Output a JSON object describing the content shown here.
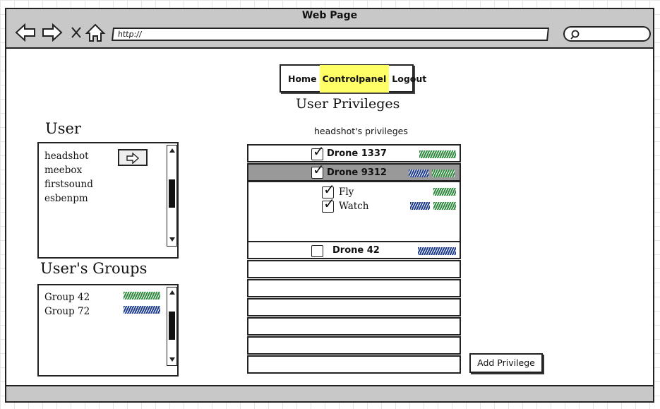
{
  "window": {
    "title": "Web Page",
    "url": "http://"
  },
  "nav": {
    "items": [
      {
        "label": "Home"
      },
      {
        "label": "Controlpanel"
      },
      {
        "label": "Logout"
      }
    ]
  },
  "page": {
    "title": "User Privileges",
    "subtitle": "headshot's privileges"
  },
  "users": {
    "heading": "User",
    "items": [
      {
        "label": "headshot"
      },
      {
        "label": "meebox"
      },
      {
        "label": "firstsound"
      },
      {
        "label": "esbenpm"
      }
    ]
  },
  "groups": {
    "heading": "User's Groups",
    "items": [
      {
        "label": "Group 42",
        "color": "#2e8b3e"
      },
      {
        "label": "Group 72",
        "color": "#1d3b8f"
      }
    ]
  },
  "privileges": {
    "drones": [
      {
        "label": "Drone 1337",
        "checked": true
      },
      {
        "label": "Drone 9312",
        "checked": true,
        "selected": true,
        "sub": [
          {
            "label": "Fly",
            "checked": true
          },
          {
            "label": "Watch",
            "checked": true
          }
        ]
      },
      {
        "label": "Drone 42",
        "checked": false
      }
    ]
  },
  "actions": {
    "add_label": "Add Privilege"
  },
  "colors": {
    "group42": "#2e8b3e",
    "group72": "#1d3b8f",
    "nav_active": "#ffff66",
    "selected_row": "#999999"
  }
}
